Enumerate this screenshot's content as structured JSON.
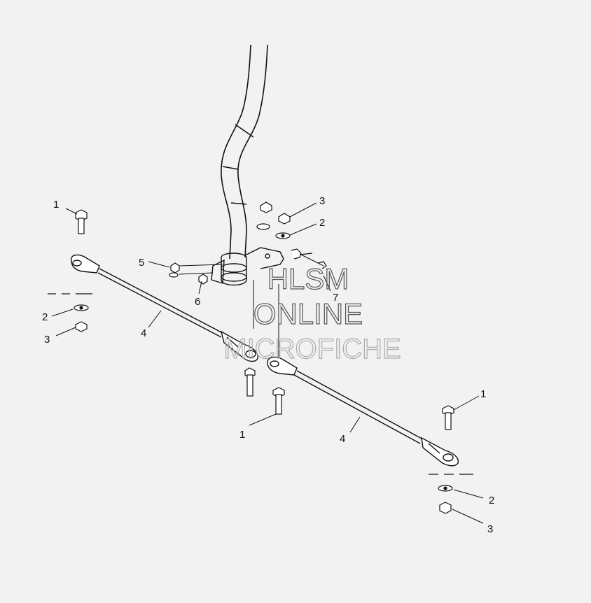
{
  "callouts": {
    "c1_top_left": "1",
    "c2_left": "2",
    "c3_left": "3",
    "c4_left": "4",
    "c5": "5",
    "c6": "6",
    "c7": "7",
    "c3_top": "3",
    "c2_top": "2",
    "c1_center": "1",
    "c4_right": "4",
    "c1_right": "1",
    "c2_right": "2",
    "c3_right": "3"
  },
  "watermark": {
    "line1": "HLSM",
    "line2": "ONLINE",
    "line3": "MICROFICHE"
  },
  "colors": {
    "background": "#f2f2f2",
    "line": "#111111",
    "watermark": "#555555"
  }
}
